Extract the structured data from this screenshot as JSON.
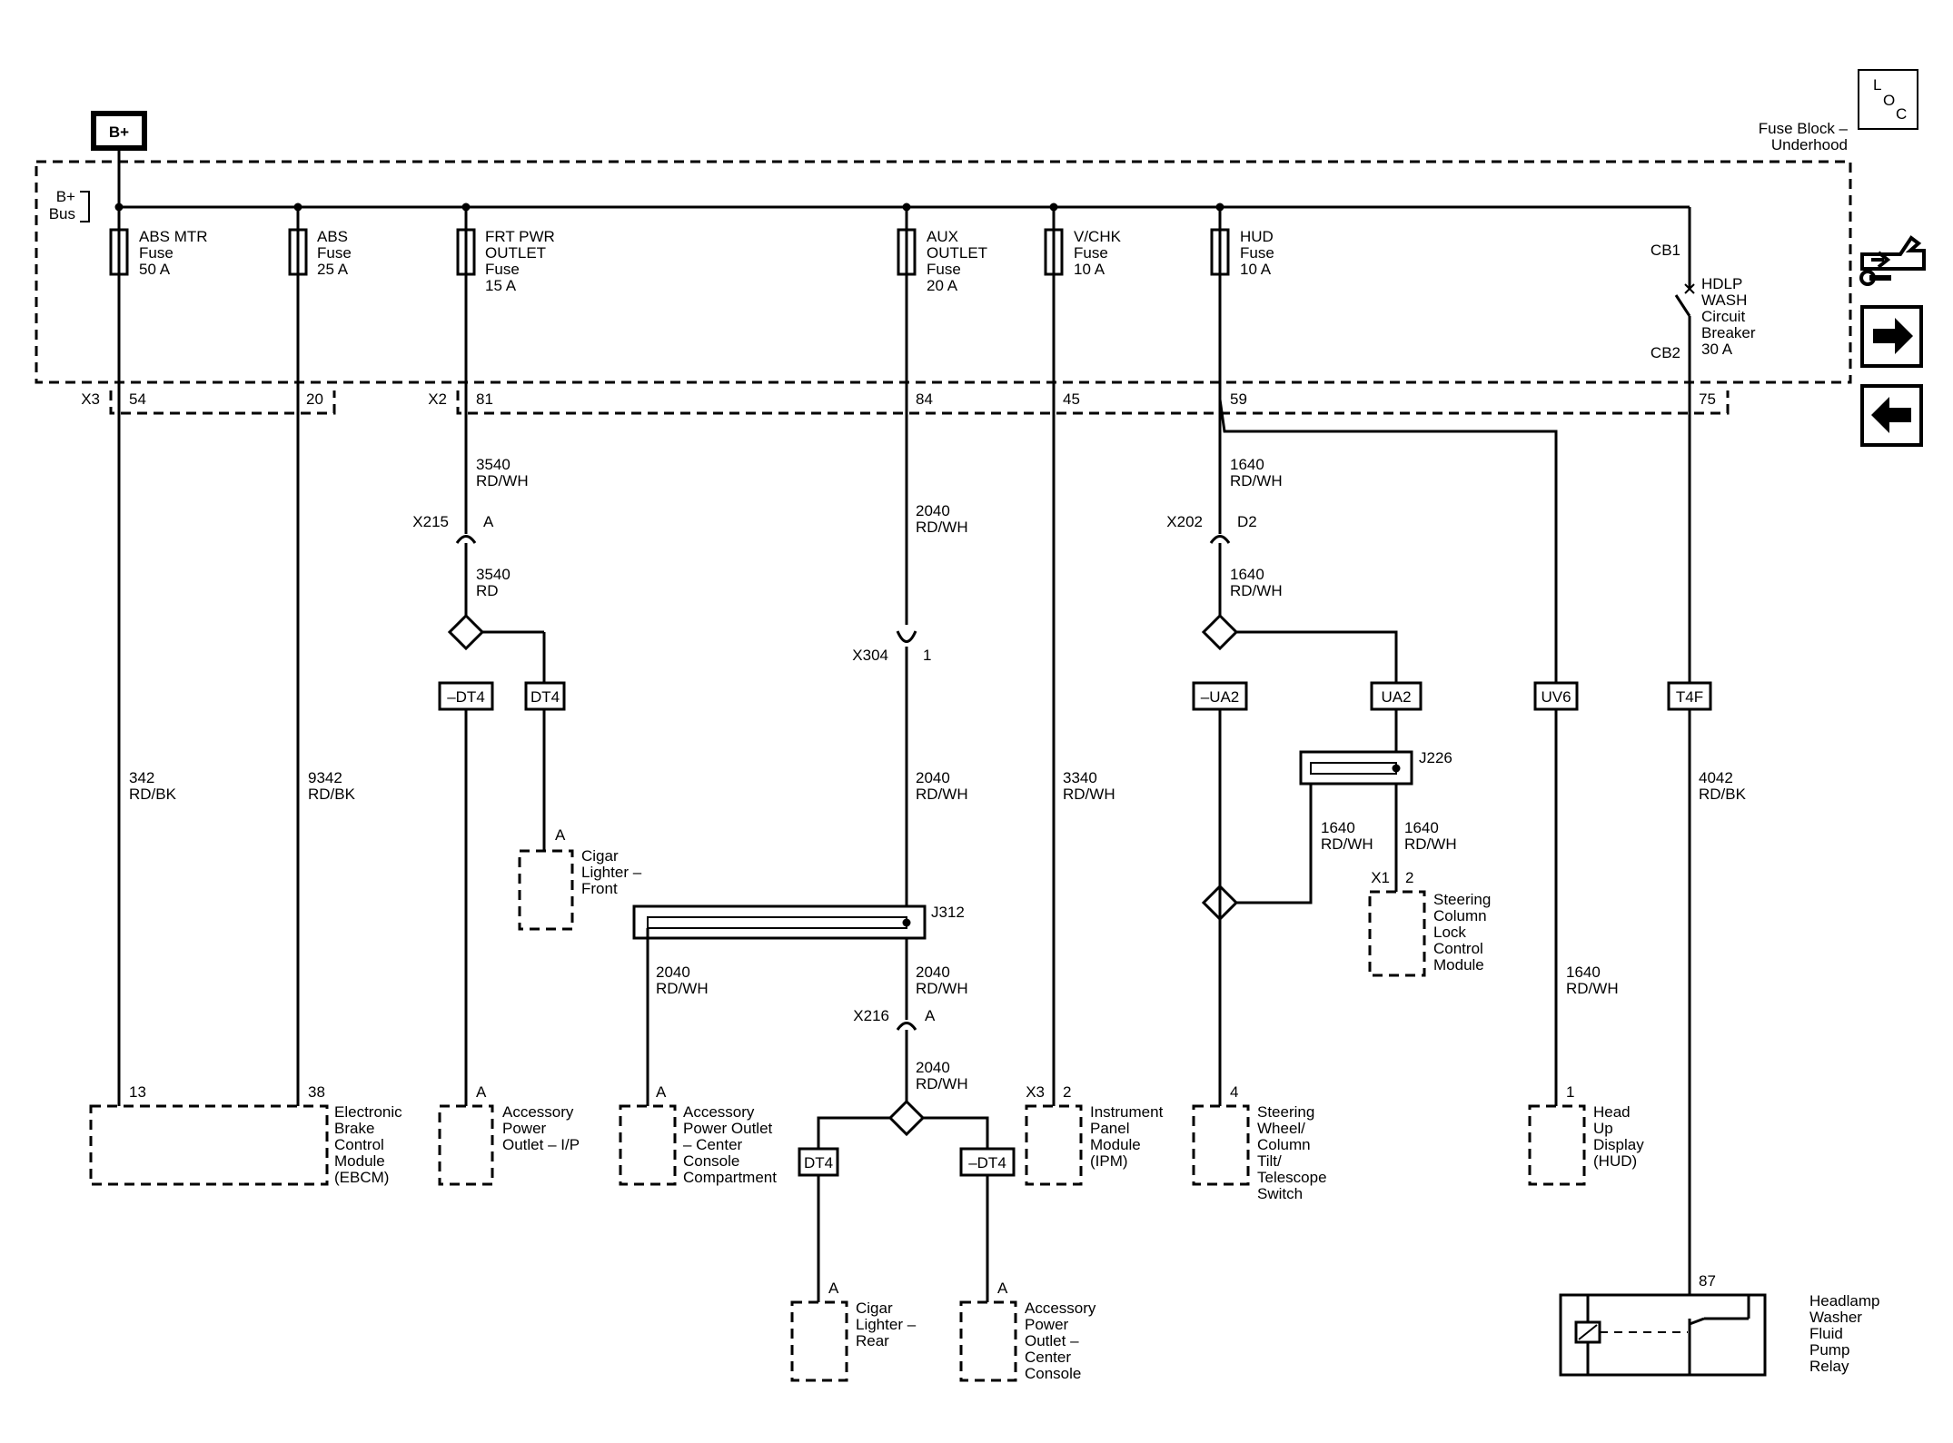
{
  "header": {
    "bplus": "B+",
    "fuse_block": [
      "Fuse Block –",
      "Underhood"
    ],
    "bus": [
      "B+",
      "Bus"
    ],
    "loc_icon": "loc-icon",
    "nav": {
      "repair_icon": "repair-car-icon",
      "next_icon": "arrow-right-icon",
      "prev_icon": "arrow-left-icon"
    }
  },
  "fuses": [
    {
      "lines": [
        "ABS MTR",
        "Fuse",
        "50 A"
      ]
    },
    {
      "lines": [
        "ABS",
        "Fuse",
        "25 A"
      ]
    },
    {
      "lines": [
        "FRT PWR",
        "OUTLET",
        "Fuse",
        "15 A"
      ]
    },
    {
      "lines": [
        "AUX",
        "OUTLET",
        "Fuse",
        "20 A"
      ]
    },
    {
      "lines": [
        "V/CHK",
        "Fuse",
        "10 A"
      ]
    },
    {
      "lines": [
        "HUD",
        "Fuse",
        "10 A"
      ]
    }
  ],
  "breaker": {
    "lines": [
      "HDLP",
      "WASH",
      "Circuit",
      "Breaker",
      "30 A"
    ],
    "cb1": "CB1",
    "cb2": "CB2"
  },
  "connectors": {
    "x3": "X3",
    "x2": "X2",
    "pins": [
      "54",
      "20",
      "81",
      "84",
      "45",
      "59",
      "75"
    ]
  },
  "wires": {
    "w3540a": [
      "3540",
      "RD/WH"
    ],
    "w3540b": [
      "3540",
      "RD"
    ],
    "w2040a": [
      "2040",
      "RD/WH"
    ],
    "w2040b": [
      "2040",
      "RD/WH"
    ],
    "w2040c": [
      "2040",
      "RD/WH"
    ],
    "w2040d": [
      "2040",
      "RD/WH"
    ],
    "w2040e": [
      "2040",
      "RD/WH"
    ],
    "w1640a": [
      "1640",
      "RD/WH"
    ],
    "w1640b": [
      "1640",
      "RD/WH"
    ],
    "w1640c": [
      "1640",
      "RD/WH"
    ],
    "w1640d": [
      "1640",
      "RD/WH"
    ],
    "w1640e": [
      "1640",
      "RD/WH"
    ],
    "w342": [
      "342",
      "RD/BK"
    ],
    "w9342": [
      "9342",
      "RD/BK"
    ],
    "w3340": [
      "3340",
      "RD/WH"
    ],
    "w4042": [
      "4042",
      "RD/BK"
    ]
  },
  "inline_connectors": {
    "x215": "X215",
    "x215_pin": "A",
    "x202": "X202",
    "x202_pin": "D2",
    "x304": "X304",
    "x304_pin": "1",
    "x216": "X216",
    "x216_pin": "A"
  },
  "options": [
    "–DT4",
    "DT4",
    "–UA2",
    "UA2",
    "UV6",
    "T4F",
    "DT4",
    "–DT4"
  ],
  "splices": [
    "J312",
    "J226"
  ],
  "components": {
    "cigar_front": {
      "pin": "A",
      "lines": [
        "Cigar",
        "Lighter –",
        "Front"
      ]
    },
    "steering_lock": {
      "pin_conn": "X1",
      "pin": "2",
      "lines": [
        "Steering",
        "Column",
        "Lock",
        "Control",
        "Module"
      ]
    },
    "ebcm": {
      "pin1": "13",
      "pin2": "38",
      "lines": [
        "Electronic",
        "Brake",
        "Control",
        "Module",
        "(EBCM)"
      ]
    },
    "acc_ip": {
      "pin": "A",
      "lines": [
        "Accessory",
        "Power",
        "Outlet – I/P"
      ]
    },
    "acc_center": {
      "pin": "A",
      "lines": [
        "Accessory",
        "Power Outlet",
        "– Center",
        "Console",
        "Compartment"
      ]
    },
    "ipm": {
      "pin_conn": "X3",
      "pin": "2",
      "lines": [
        "Instrument",
        "Panel",
        "Module",
        "(IPM)"
      ]
    },
    "steering_switch": {
      "pin": "4",
      "lines": [
        "Steering",
        "Wheel/",
        "Column",
        "Tilt/",
        "Telescope",
        "Switch"
      ]
    },
    "hud": {
      "pin": "1",
      "lines": [
        "Head",
        "Up",
        "Display",
        "(HUD)"
      ]
    },
    "cigar_rear": {
      "pin": "A",
      "lines": [
        "Cigar",
        "Lighter –",
        "Rear"
      ]
    },
    "acc_console": {
      "pin": "A",
      "lines": [
        "Accessory",
        "Power",
        "Outlet –",
        "Center",
        "Console"
      ]
    },
    "relay": {
      "pin": "87",
      "lines": [
        "Headlamp",
        "Washer",
        "Fluid",
        "Pump",
        "Relay"
      ]
    }
  }
}
